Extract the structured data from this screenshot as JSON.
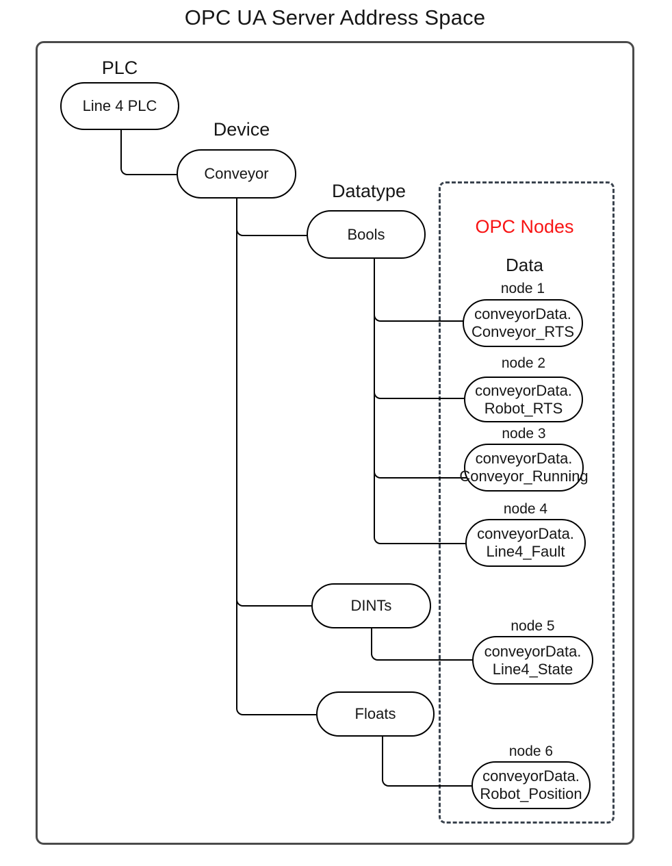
{
  "diagram": {
    "title": "OPC UA Server Address Space",
    "colors": {
      "frame_border": "#4a4a4a",
      "dashed_border": "#3a434e",
      "node_border": "#000000",
      "accent_red": "#f81414",
      "text": "#161616"
    },
    "tree": {
      "plc": {
        "category": "PLC",
        "label": "Line 4 PLC"
      },
      "device": {
        "category": "Device",
        "label": "Conveyor"
      },
      "datatypes": [
        {
          "category": "Datatype",
          "label": "Bools"
        },
        {
          "label": "DINTs"
        },
        {
          "label": "Floats"
        }
      ]
    },
    "opc_box": {
      "title": "OPC Nodes",
      "subtitle": "Data",
      "nodes": [
        {
          "caption": "node 1",
          "line1": "conveyorData.",
          "line2": "Conveyor_RTS",
          "parent": "Bools"
        },
        {
          "caption": "node 2",
          "line1": "conveyorData.",
          "line2": "Robot_RTS",
          "parent": "Bools"
        },
        {
          "caption": "node 3",
          "line1": "conveyorData.",
          "line2": "Conveyor_Running",
          "parent": "Bools"
        },
        {
          "caption": "node 4",
          "line1": "conveyorData.",
          "line2": "Line4_Fault",
          "parent": "Bools"
        },
        {
          "caption": "node 5",
          "line1": "conveyorData.",
          "line2": "Line4_State",
          "parent": "DINTs"
        },
        {
          "caption": "node 6",
          "line1": "conveyorData.",
          "line2": "Robot_Position",
          "parent": "Floats"
        }
      ]
    }
  }
}
